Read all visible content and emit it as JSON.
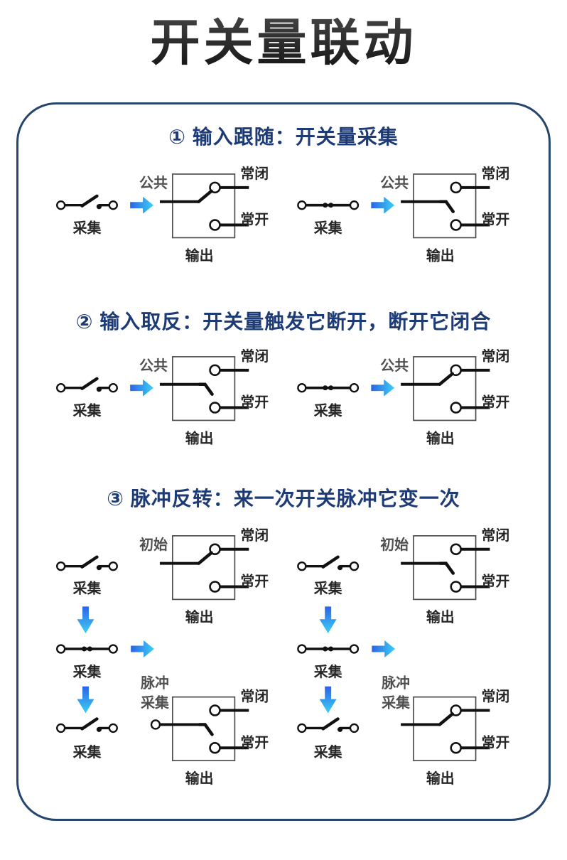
{
  "title": "开关量联动",
  "colors": {
    "heading": "#1d3b76",
    "panel_border": "#26456f",
    "arrow_blue_start": "#2b64e6",
    "arrow_blue_end": "#3cd0f4",
    "diagram_line": "#111111",
    "label_dark": "#262626",
    "label_gray": "#505050"
  },
  "sections": [
    {
      "heading": "① 输入跟随：开关量采集",
      "diagrams": [
        {
          "input_state": "open",
          "relay_state": "nc",
          "input_label": "采集",
          "common_label": "公共",
          "nc_label": "常闭",
          "no_label": "常开",
          "output_label": "输出"
        },
        {
          "input_state": "closed",
          "relay_state": "no",
          "input_label": "采集",
          "common_label": "公共",
          "nc_label": "常闭",
          "no_label": "常开",
          "output_label": "输出"
        }
      ]
    },
    {
      "heading": "② 输入取反：开关量触发它断开，断开它闭合",
      "diagrams": [
        {
          "input_state": "open",
          "relay_state": "no",
          "input_label": "采集",
          "common_label": "公共",
          "nc_label": "常闭",
          "no_label": "常开",
          "output_label": "输出"
        },
        {
          "input_state": "closed",
          "relay_state": "nc",
          "input_label": "采集",
          "common_label": "公共",
          "nc_label": "常闭",
          "no_label": "常开",
          "output_label": "输出"
        }
      ]
    },
    {
      "heading": "③ 脉冲反转：来一次开关脉冲它变一次",
      "columns": [
        {
          "initial": {
            "input_state": "open",
            "relay_state": "nc",
            "input_label": "采集",
            "box_label": "初始",
            "nc_label": "常闭",
            "no_label": "常开",
            "output_label": "输出"
          },
          "pulse": {
            "input_state": "closed",
            "input_label": "采集"
          },
          "result": {
            "input_state": "open",
            "relay_state": "no",
            "input_label": "采集",
            "box_label_top": "脉冲",
            "box_label_bottom": "采集",
            "nc_label": "常闭",
            "no_label": "常开",
            "output_label": "输出"
          }
        },
        {
          "initial": {
            "input_state": "open",
            "relay_state": "no",
            "input_label": "采集",
            "box_label": "初始",
            "nc_label": "常闭",
            "no_label": "常开",
            "output_label": "输出"
          },
          "pulse": {
            "input_state": "closed",
            "input_label": "采集"
          },
          "result": {
            "input_state": "open",
            "relay_state": "nc",
            "input_label": "采集",
            "box_label_top": "脉冲",
            "box_label_bottom": "采集",
            "nc_label": "常闭",
            "no_label": "常开",
            "output_label": "输出"
          }
        }
      ]
    }
  ]
}
